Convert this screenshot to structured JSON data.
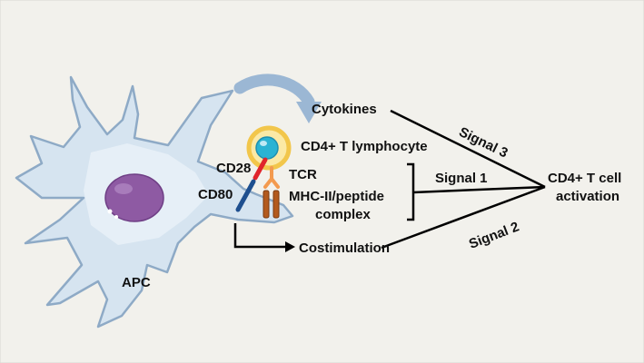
{
  "colors": {
    "background": "#f2f1ec",
    "cell_fill": "#d6e4f0",
    "cell_outline": "#8eaac6",
    "nucleus": "#8e5aa3",
    "t_cell_ring": "#f2c64b",
    "t_cell_core": "#2ab3d3",
    "cd28": "#e0242b",
    "cd80": "#1e4f8f",
    "tcr": "#f39a4f",
    "mhc": "#b35a1e",
    "arrow_curved": "#9bb7d4",
    "line": "#000000"
  },
  "labels": {
    "cytokines": "Cytokines",
    "cd4_t_lymphocyte": "CD4+ T lymphocyte",
    "cd28": "CD28",
    "cd80": "CD80",
    "tcr": "TCR",
    "mhc_line1": "MHC-II/peptide",
    "mhc_line2": "complex",
    "costimulation": "Costimulation",
    "apc": "APC",
    "signal1": "Signal 1",
    "signal2": "Signal 2",
    "signal3": "Signal 3",
    "activation_line1": "CD4+ T cell",
    "activation_line2": "activation"
  }
}
